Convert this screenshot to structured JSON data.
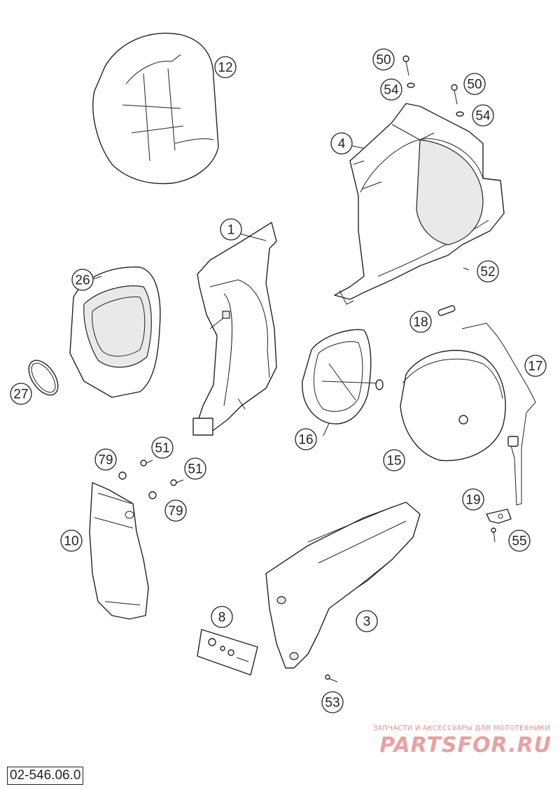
{
  "diagram_code": "02-546.06.0",
  "watermark": {
    "caption": "ЗАПЧАСТИ И АКСЕССУАРЫ ДЛЯ МОТОТЕХНИКИ",
    "brand": "PARTSFOR.RU"
  },
  "callouts": [
    "12",
    "50",
    "54",
    "50",
    "54",
    "4",
    "1",
    "26",
    "52",
    "18",
    "17",
    "27",
    "16",
    "15",
    "79",
    "51",
    "51",
    "79",
    "10",
    "19",
    "55",
    "8",
    "3",
    "53"
  ]
}
